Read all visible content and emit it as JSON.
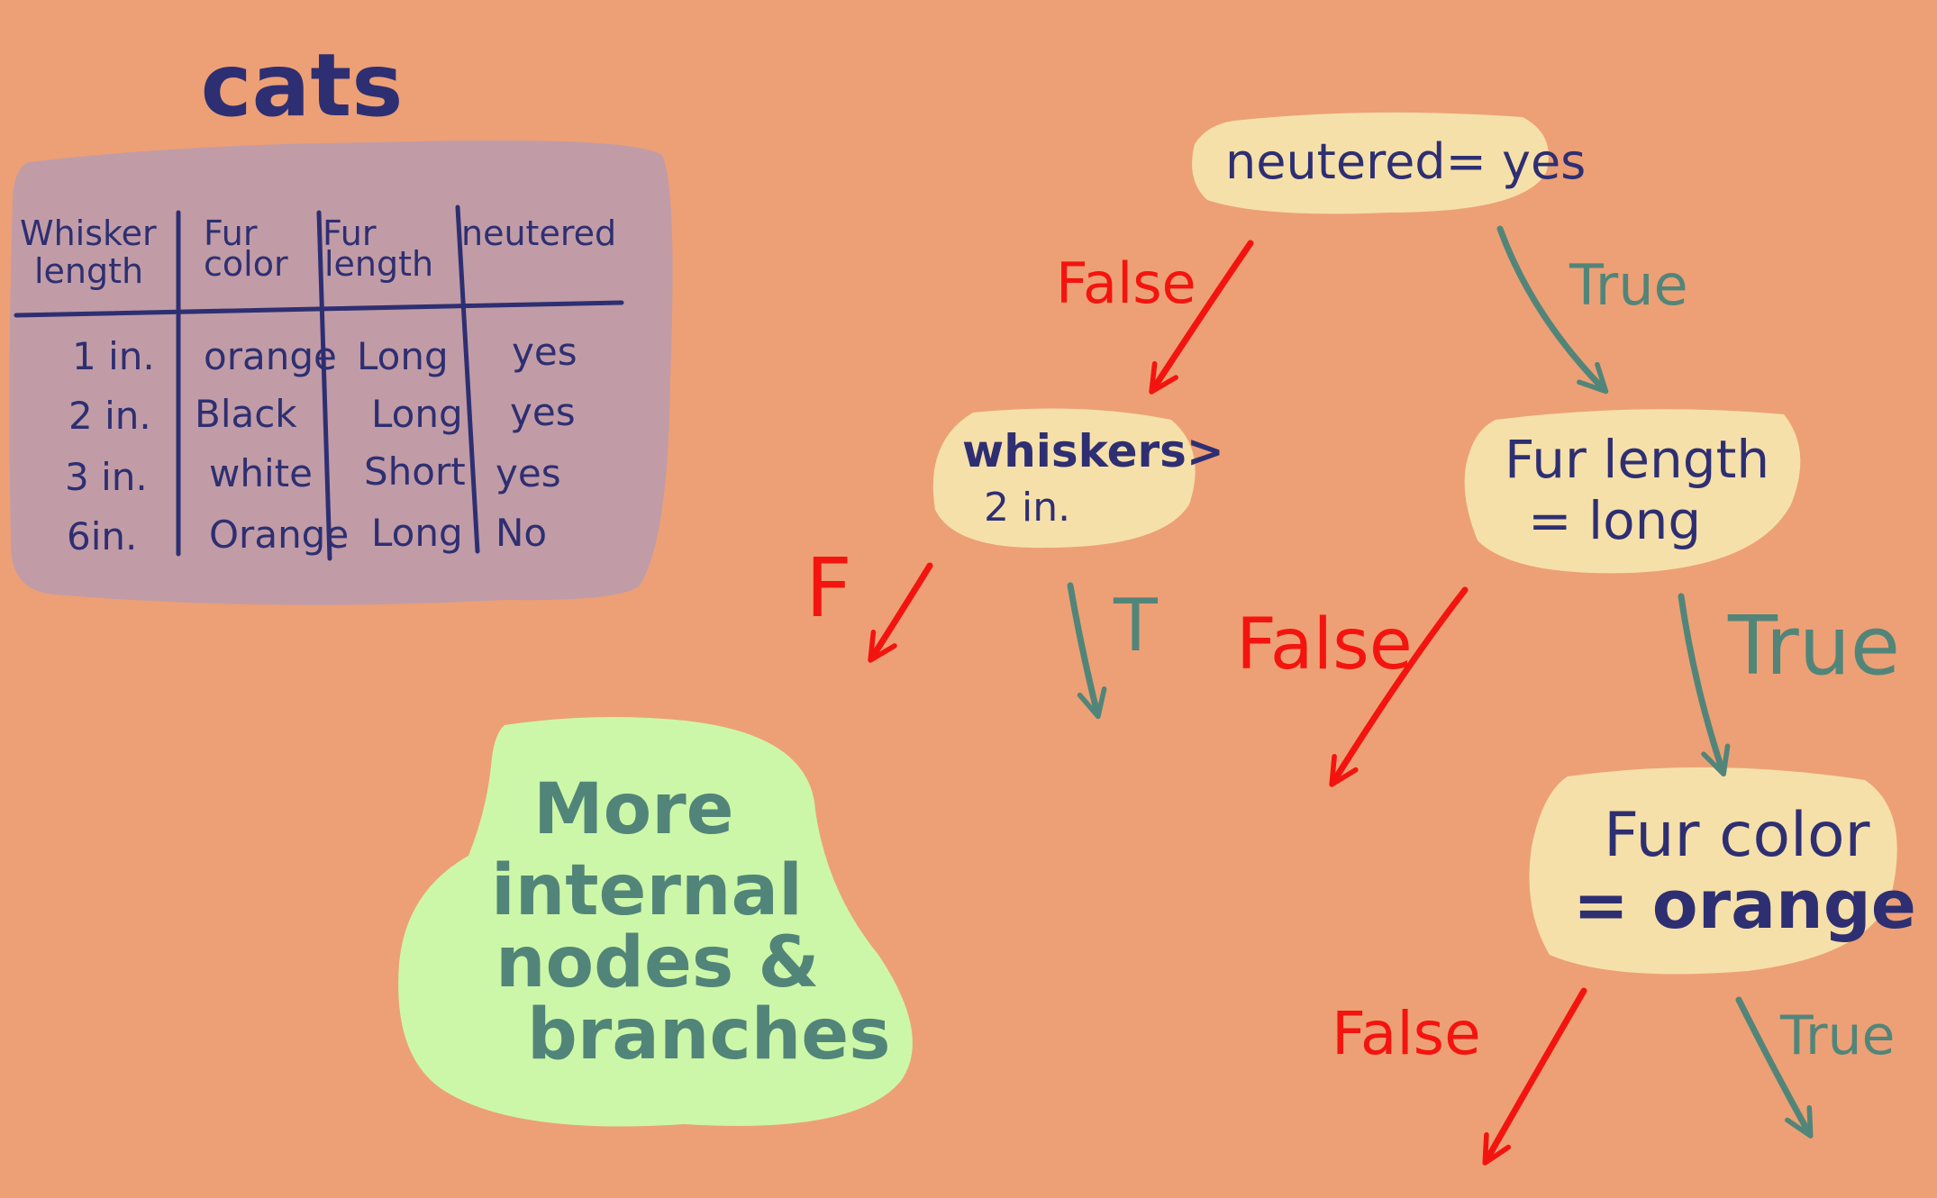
{
  "title": "cats",
  "table": {
    "headers": [
      [
        "Whisker",
        "length"
      ],
      [
        "Fur",
        "color"
      ],
      [
        "Fur",
        "length"
      ],
      [
        "neutered"
      ]
    ],
    "rows": [
      [
        "1 in.",
        "orange",
        "Long",
        "yes"
      ],
      [
        "2 in.",
        "Black",
        "Long",
        "yes"
      ],
      [
        "3 in.",
        "white",
        "Short",
        "yes"
      ],
      [
        "6in.",
        "Orange",
        "Long",
        "No"
      ]
    ]
  },
  "blob_note": [
    "More",
    "internal",
    "nodes &",
    "branches"
  ],
  "nodes": {
    "root": [
      "neutered= yes"
    ],
    "whiskers": [
      "whiskers>",
      "2 in."
    ],
    "fur_length": [
      "Fur length",
      "= long"
    ],
    "fur_color": [
      "Fur color",
      "= orange"
    ]
  },
  "edges": {
    "root_false": "False",
    "root_true": "True",
    "whiskers_false": "F",
    "whiskers_true": "T",
    "furlen_false": "False",
    "furlen_true": "True",
    "furcolor_false": "False",
    "furcolor_true": "True"
  },
  "colors": {
    "background": "#EDA075",
    "table_fill": "#C19CA6",
    "node_fill": "#F6E0AA",
    "note_fill": "#CDF7A8",
    "text_navy": "#2E2F72",
    "false_red": "#F4140F",
    "true_teal": "#528579"
  }
}
